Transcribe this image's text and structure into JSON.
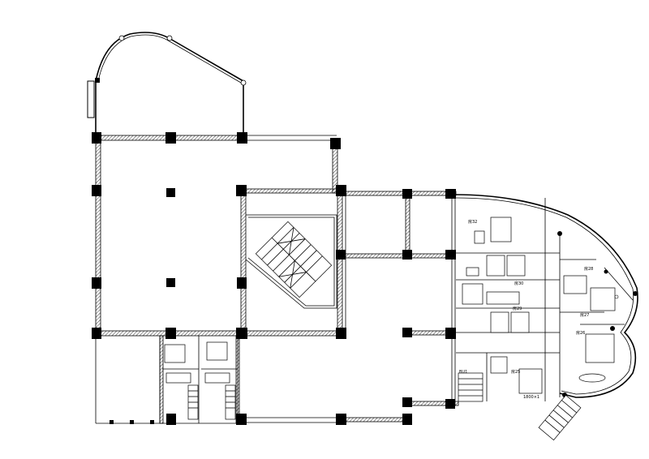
{
  "plan": {
    "rooms": [
      {
        "id": "r32",
        "label": "房32"
      },
      {
        "id": "r30",
        "label": "房30"
      },
      {
        "id": "r29",
        "label": "房29"
      },
      {
        "id": "r28",
        "label": "房28"
      },
      {
        "id": "r27",
        "label": "房27"
      },
      {
        "id": "r26",
        "label": "房26"
      },
      {
        "id": "r25",
        "label": "房25"
      }
    ],
    "other_labels": {
      "stair_mark": "BU1",
      "dimension": "1800×1"
    }
  }
}
